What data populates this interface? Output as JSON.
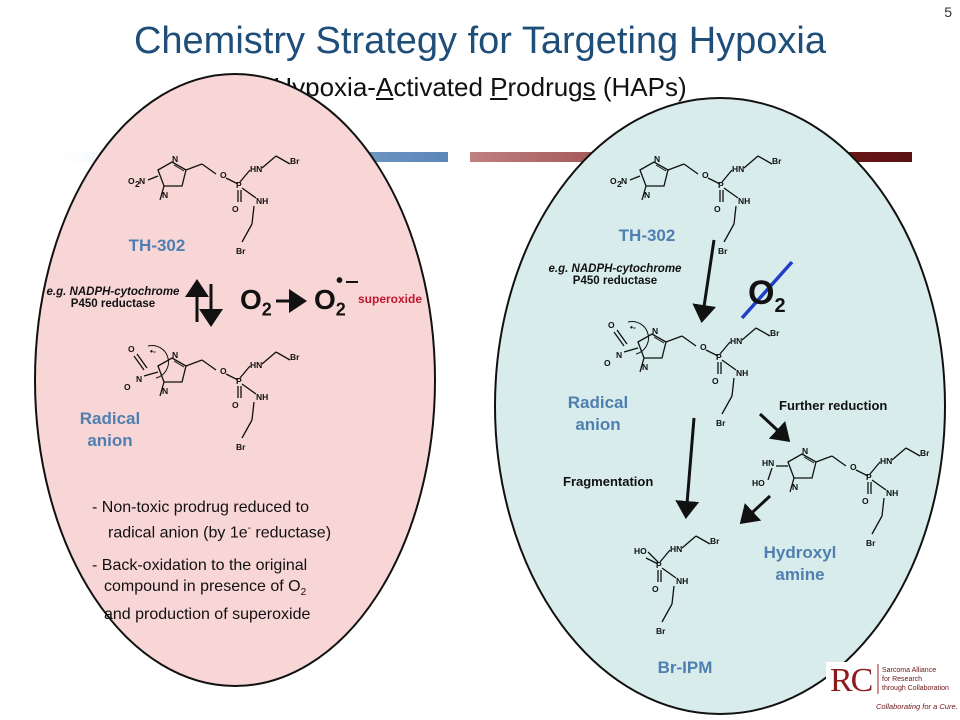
{
  "slide": {
    "number": "5"
  },
  "title": "Chemistry Strategy for Targeting Hypoxia",
  "subtitle": {
    "parts": [
      "H",
      "ypoxia-",
      "A",
      "ctivated ",
      "P",
      "rodrug",
      "s",
      " (HAPs)"
    ]
  },
  "left_panel": {
    "compound_label": "TH-302",
    "enzyme_line1": "e.g. NADPH-cytochrome",
    "enzyme_line2": "P450 reductase",
    "o2_text": "O",
    "o2_sub": "2",
    "o2_radical_text": "O",
    "o2_radical_sub": "2",
    "superoxide_label": "superoxide",
    "radical_label_line1": "Radical",
    "radical_label_line2": "anion",
    "bullet1_line1": "- Non-toxic prodrug reduced to",
    "bullet1_line2": "radical anion (by 1e",
    "bullet1_sup": "-",
    "bullet1_end": " reductase)",
    "bullet2_line1": "- Back-oxidation to the original",
    "bullet2_line2": "compound in presence of O",
    "bullet2_sub": "2",
    "bullet2_line3": "and production of superoxide"
  },
  "right_panel": {
    "compound_label": "TH-302",
    "enzyme_line1": "e.g. NADPH-cytochrome",
    "enzyme_line2": "P450 reductase",
    "o2_text": "O",
    "o2_sub": "2",
    "radical_label_line1": "Radical",
    "radical_label_line2": "anion",
    "further_reduction_label": "Further reduction",
    "fragmentation_label": "Fragmentation",
    "hydroxylamine_line1": "Hydroxyl",
    "hydroxylamine_line2": "amine",
    "product_label": "Br-IPM"
  },
  "logo": {
    "letters": "RC",
    "line1": "Sarcoma Alliance",
    "line2": "for Research",
    "line3": "through Collaboration",
    "tagline": "Collaborating for a Cure."
  },
  "colors": {
    "title": "#1f4e79",
    "left_ellipse": "#f9d6d6",
    "right_ellipse": "#d8ecec",
    "label_blue": "#4f7fb0",
    "superoxide_red": "#c0152f",
    "strike_blue": "#1f3fc8"
  }
}
